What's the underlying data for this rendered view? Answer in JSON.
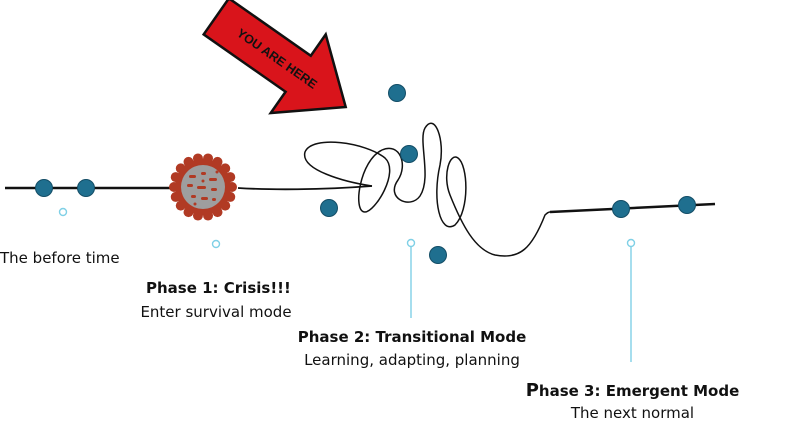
{
  "arrow": {
    "text": "YOU ARE HERE",
    "fill": "#d9141b",
    "text_color": "#111111"
  },
  "colors": {
    "timeline": "#111111",
    "dot": "#1f6f8f",
    "dot_stroke": "#134d66",
    "connector": "#7fd0e6",
    "virus_body": "#9e9e9e",
    "virus_rim": "#b13a24"
  },
  "labels": {
    "before": {
      "text": "The before time"
    },
    "phase1": {
      "title": "Phase 1: Crisis!!!",
      "subtitle": "Enter survival mode"
    },
    "phase2": {
      "title": "Phase 2: Transitional Mode",
      "subtitle": "Learning, adapting, planning"
    },
    "phase3": {
      "title_first_letter": "P",
      "title_rest": "hase 3: Emergent Mode",
      "subtitle": "The next normal"
    }
  },
  "icons": {
    "crisis": "coronavirus-icon"
  }
}
